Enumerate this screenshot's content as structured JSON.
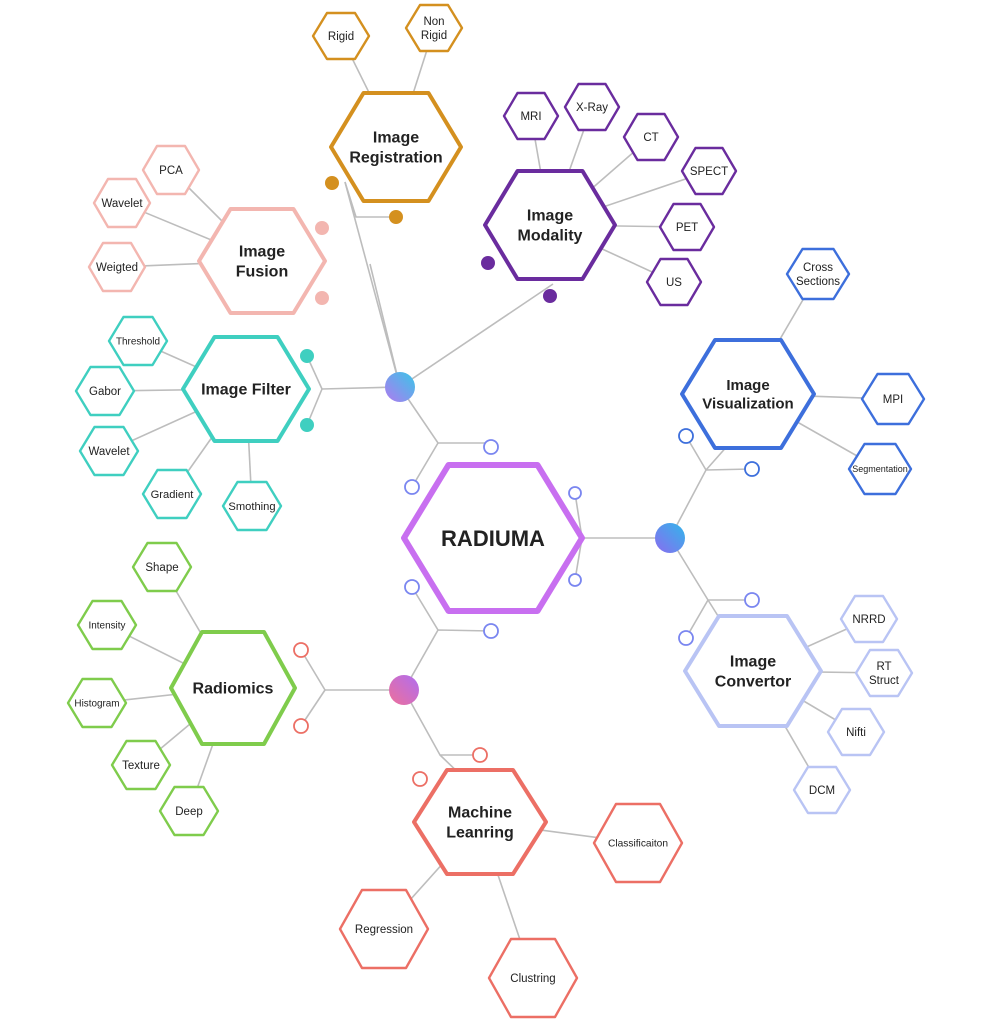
{
  "center": {
    "label": "RADIUMA",
    "color": "#c86ff0"
  },
  "branches": [
    {
      "key": "registration",
      "lines": [
        "Image",
        "Registration"
      ],
      "color": "#d4901f",
      "leaves": [
        {
          "lines": [
            "Rigid"
          ]
        },
        {
          "lines": [
            "Non",
            "Rigid"
          ]
        }
      ]
    },
    {
      "key": "modality",
      "lines": [
        "Image",
        "Modality"
      ],
      "color": "#6a2c9e",
      "leaves": [
        {
          "lines": [
            "MRI"
          ]
        },
        {
          "lines": [
            "X-Ray"
          ]
        },
        {
          "lines": [
            "CT"
          ]
        },
        {
          "lines": [
            "SPECT"
          ]
        },
        {
          "lines": [
            "PET"
          ]
        },
        {
          "lines": [
            "US"
          ]
        }
      ]
    },
    {
      "key": "fusion",
      "lines": [
        "Image",
        "Fusion"
      ],
      "color": "#f3b6b0",
      "leaves": [
        {
          "lines": [
            "PCA"
          ]
        },
        {
          "lines": [
            "Wavelet"
          ]
        },
        {
          "lines": [
            "Weigted"
          ]
        }
      ]
    },
    {
      "key": "filter",
      "lines": [
        "Image Filter"
      ],
      "color": "#3fcfc0",
      "leaves": [
        {
          "lines": [
            "Threshold"
          ]
        },
        {
          "lines": [
            "Gabor"
          ]
        },
        {
          "lines": [
            "Wavelet"
          ]
        },
        {
          "lines": [
            "Gradient"
          ]
        },
        {
          "lines": [
            "Smothing"
          ]
        }
      ]
    },
    {
      "key": "visualization",
      "lines": [
        "Image",
        "Visualization"
      ],
      "color": "#3d6fdc",
      "leaves": [
        {
          "lines": [
            "Cross",
            "Sections"
          ]
        },
        {
          "lines": [
            "MPI"
          ]
        },
        {
          "lines": [
            "Segmentation"
          ]
        }
      ]
    },
    {
      "key": "convertor",
      "lines": [
        "Image",
        "Convertor"
      ],
      "color": "#b9c4f4",
      "leaves": [
        {
          "lines": [
            "NRRD"
          ]
        },
        {
          "lines": [
            "RT",
            "Struct"
          ]
        },
        {
          "lines": [
            "Nifti"
          ]
        },
        {
          "lines": [
            "DCM"
          ]
        }
      ]
    },
    {
      "key": "radiomics",
      "lines": [
        "Radiomics"
      ],
      "color": "#7fcc4c",
      "leaves": [
        {
          "lines": [
            "Shape"
          ]
        },
        {
          "lines": [
            "Intensity"
          ]
        },
        {
          "lines": [
            "Histogram"
          ]
        },
        {
          "lines": [
            "Texture"
          ]
        },
        {
          "lines": [
            "Deep"
          ]
        }
      ]
    },
    {
      "key": "ml",
      "lines": [
        "Machine",
        "Leanring"
      ],
      "color": "#ec6f65",
      "leaves": [
        {
          "lines": [
            "Classificaiton"
          ]
        },
        {
          "lines": [
            "Regression"
          ]
        },
        {
          "lines": [
            "Clustring"
          ]
        }
      ]
    }
  ],
  "hub_colors": {
    "top_left": "#7a86f0",
    "right": "#5b7ee8",
    "bottom_left": "#c86bd8"
  }
}
